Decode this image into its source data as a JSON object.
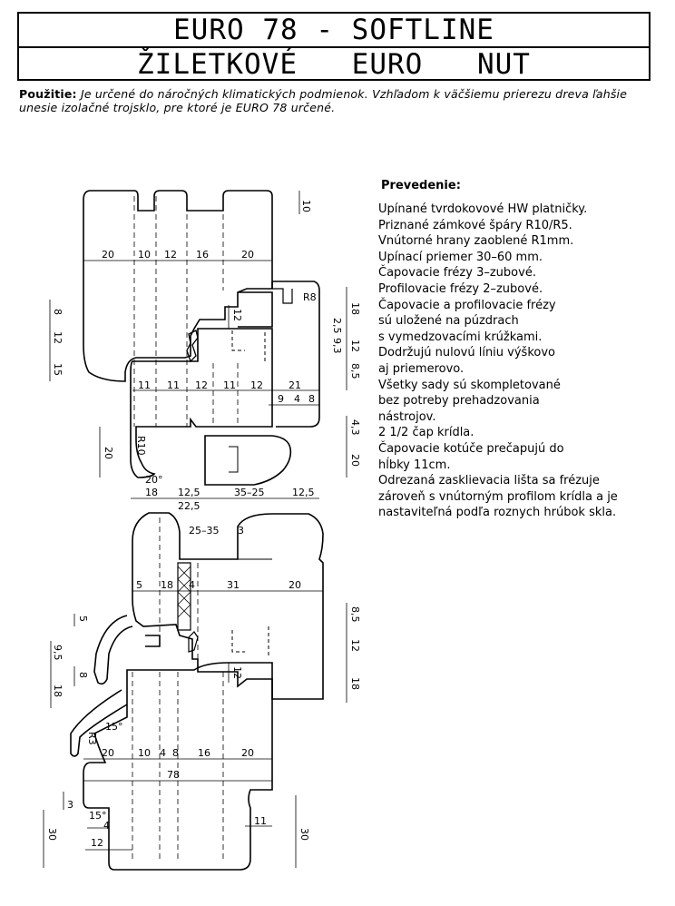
{
  "header": {
    "title_line1": "EURO 78 - SOFTLINE",
    "title_line2": "ŽILETKOVÉ EURO NUT"
  },
  "usage": {
    "label": "Použitie:",
    "text": "Je určené do náročných klimatických podmienok. Vzhľadom k väčšiemu prierezu dreva ľahšie unesie izolačné trojsklo, pre ktoré je EURO 78 určené."
  },
  "prevedenie": {
    "title": "Prevedenie:",
    "items": [
      "Upínané tvrdokovové HW platničky.",
      "Priznané zámkové špáry R10/R5.",
      "Vnútorné hrany zaoblené R1mm.",
      "Upínací priemer 30–60 mm.",
      "Čapovacie frézy 3–zubové.",
      "Profilovacie frézy 2–zubové.",
      "Čapovacie a profilovacie frézy",
      "sú uložené na púzdrach",
      "s vymedzovacími krúžkami.",
      "Dodržujú nulovú líniu výškovo",
      "aj priemerovo.",
      "Všetky sady sú skompletované",
      "bez potreby prehadzovania",
      "nástrojov.",
      "2 1/2 čap krídla.",
      "Čapovacie kotúče prečapujú do",
      "hĺbky 11cm.",
      "Odrezaná zasklievacia lišta sa frézuje",
      "zároveň s vnútorným profilom krídla a je",
      "nastaviteľná podľa roznych hrúbok skla."
    ]
  },
  "drawing": {
    "top_dims": [
      "20",
      "10",
      "12",
      "16",
      "20",
      "10",
      "R8",
      "12",
      "8",
      "12",
      "15",
      "18",
      "2,5",
      "9,3",
      "12",
      "8,5",
      "11",
      "11",
      "12",
      "11",
      "12",
      "21",
      "9",
      "4",
      "8",
      "4,3",
      "20",
      "20",
      "R10",
      "20°",
      "18",
      "12,5",
      "35–25",
      "12,5",
      "22,5"
    ],
    "bottom_dims": [
      "25–35",
      "3",
      "5",
      "18",
      "4",
      "31",
      "20",
      "5",
      "9,5",
      "8",
      "18",
      "8,5",
      "12",
      "18",
      "12",
      "15°",
      "R3",
      "20",
      "10",
      "4",
      "8",
      "16",
      "20",
      "78",
      "3",
      "15°",
      "4",
      "11",
      "30",
      "12",
      "30"
    ]
  }
}
